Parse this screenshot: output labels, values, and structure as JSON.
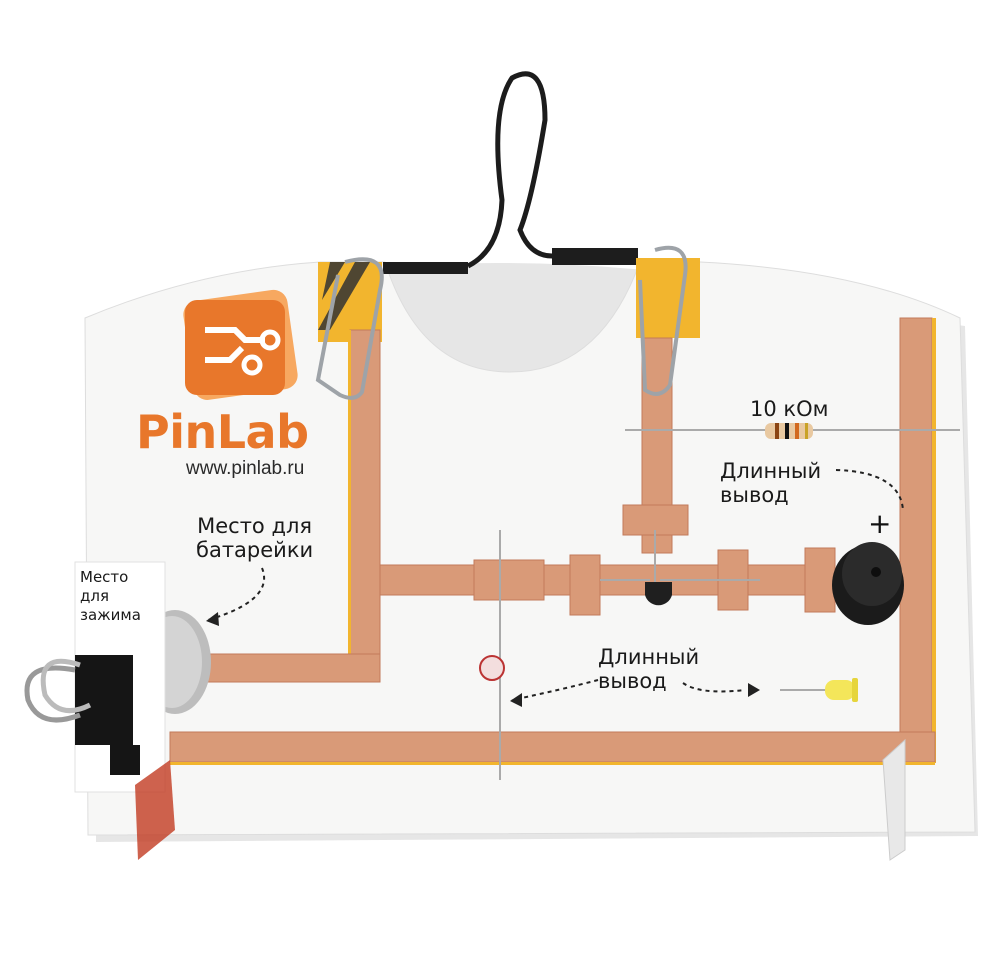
{
  "brand": {
    "name": "PinLab",
    "url": "www.pinlab.ru"
  },
  "labels": {
    "battery_place": [
      "Место для",
      "батарейки"
    ],
    "clip_place": [
      "Место",
      "для",
      "зажима"
    ],
    "resistor_value": "10 кОм",
    "long_lead_top": [
      "Длинный",
      "вывод"
    ],
    "long_lead_bottom": [
      "Длинный",
      "вывод"
    ],
    "plus_sign": "+"
  },
  "colors": {
    "card": "#f7f7f6",
    "copper": "#d99a78",
    "copper_edge": "#c27a5a",
    "tape_yellow": "#f2b52e",
    "brand_orange": "#e8772b",
    "wire": "#1c1c1c"
  },
  "components": {
    "resistor": "resistor-10k",
    "transistor": "transistor-icon",
    "photoresistor": "photoresistor-icon",
    "buzzer": "buzzer-icon",
    "led": "led-icon",
    "battery": "coin-battery-icon",
    "clip": "binder-clip-icon",
    "paperclips": "paperclip-icon"
  }
}
